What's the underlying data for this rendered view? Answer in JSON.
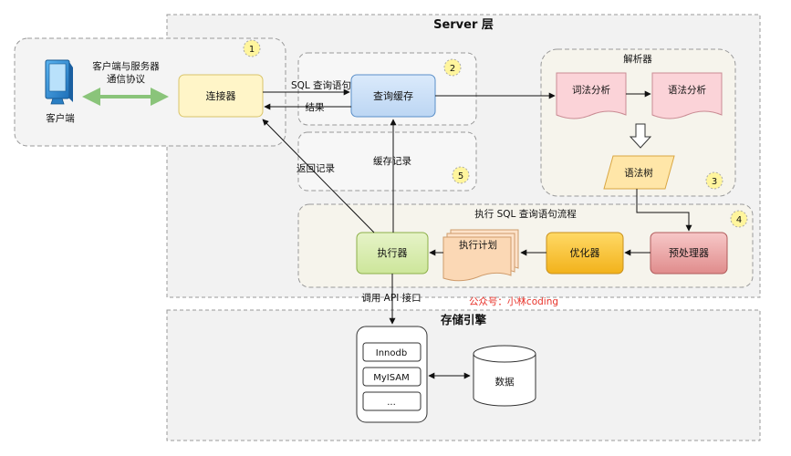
{
  "diagram": {
    "server": {
      "title": "Server 层"
    },
    "storage": {
      "title": "存储引擎"
    },
    "client": {
      "label": "客户端"
    },
    "protocol": {
      "line1": "客户端与服务器",
      "line2": "通信协议"
    },
    "connector": {
      "label": "连接器"
    },
    "query_cache": {
      "label": "查询缓存"
    },
    "parser": {
      "title": "解析器",
      "lexical": "词法分析",
      "syntax": "语法分析",
      "tree": "语法树"
    },
    "exec_flow": {
      "title": "执行 SQL 查询语句流程"
    },
    "preprocessor": {
      "label": "预处理器"
    },
    "optimizer": {
      "label": "优化器"
    },
    "plan": {
      "label": "执行计划"
    },
    "executor": {
      "label": "执行器"
    },
    "engines": [
      "Innodb",
      "MyISAM",
      "..."
    ],
    "data_store": {
      "label": "数据"
    },
    "edges": {
      "sql_query": "SQL 查询语句",
      "result": "结果",
      "return_record": "返回记录",
      "cache_record": "缓存记录",
      "api": "调用 API 接口"
    },
    "badges": [
      "1",
      "2",
      "3",
      "4",
      "5"
    ],
    "watermark": "公众号：小林coding"
  }
}
